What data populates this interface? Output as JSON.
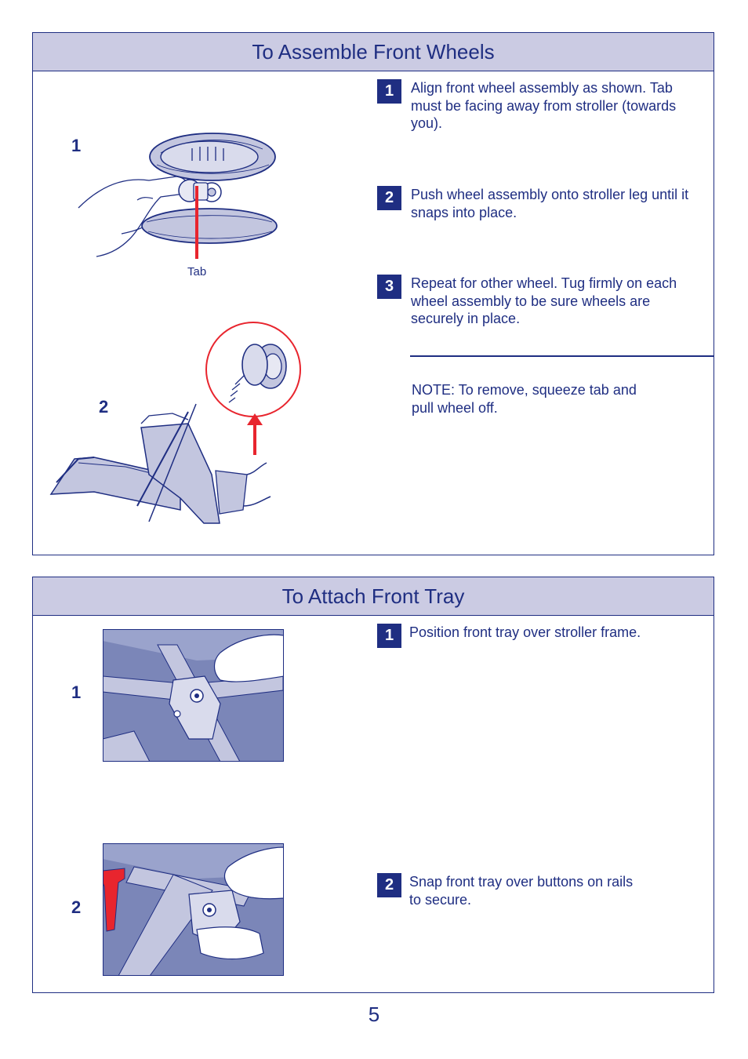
{
  "wheels_section": {
    "title": "To Assemble Front Wheels",
    "figure_1_number": "1",
    "figure_2_number": "2",
    "tab_label": "Tab",
    "steps": [
      {
        "number": "1",
        "text": "Align front wheel assembly as shown. Tab must be facing away from stroller (towards you)."
      },
      {
        "number": "2",
        "text": "Push wheel assembly onto stroller leg until it snaps into place."
      },
      {
        "number": "3",
        "text": "Repeat for other wheel. Tug firmly on each wheel assembly to be sure wheels are securely in place."
      }
    ],
    "note_label": "NOTE:",
    "note_text": "To remove, squeeze tab and pull wheel off."
  },
  "tray_section": {
    "title": "To Attach Front Tray",
    "figure_1_number": "1",
    "figure_2_number": "2",
    "steps": [
      {
        "number": "1",
        "text": "Position front tray over stroller frame."
      },
      {
        "number": "2",
        "text": "Snap front tray over buttons on rails to secure."
      }
    ]
  },
  "page_number": "5",
  "colors": {
    "navy": "#1f2e82",
    "header_fill": "#cbcbe3",
    "arrow_red": "#e8252e",
    "photo_blue": "#7b86b8"
  }
}
